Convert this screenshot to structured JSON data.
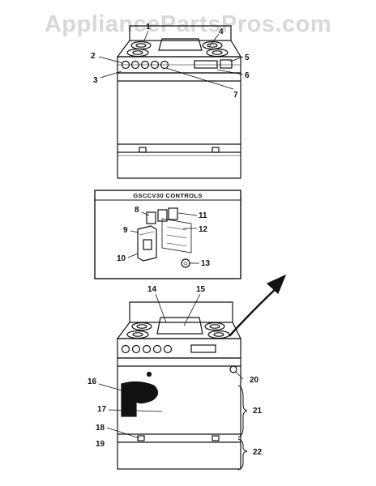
{
  "watermark": "AppliancePartsPros.com",
  "controls_panel": {
    "title": "GSCCV30 CONTROLS"
  },
  "callouts": {
    "c1": "1",
    "c2": "2",
    "c3": "3",
    "c4": "4",
    "c5": "5",
    "c6": "6",
    "c7": "7",
    "c8": "8",
    "c9": "9",
    "c10": "10",
    "c11": "11",
    "c12": "12",
    "c13": "13",
    "c14": "14",
    "c15": "15",
    "c16": "16",
    "c17": "17",
    "c18": "18",
    "c19": "19",
    "c20": "20",
    "c21": "21",
    "c22": "22"
  },
  "colors": {
    "line": "#111111",
    "watermark": "#d8d8d8",
    "background": "#ffffff"
  }
}
